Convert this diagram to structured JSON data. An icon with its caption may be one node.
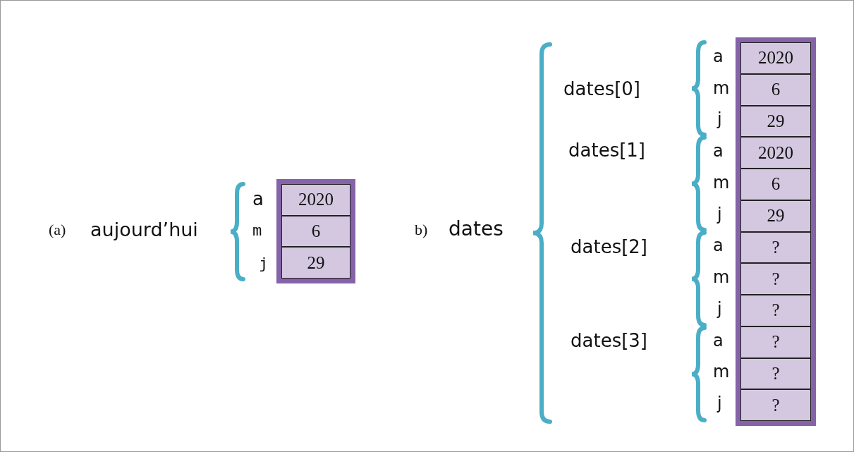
{
  "diagram": {
    "nodes": [
      {
        "text": [],
        "shape": "box"
      },
      {
        "text": [
          "2020"
        ],
        "in": 0
      },
      {
        "text": [
          "6"
        ],
        "in": 0
      },
      {
        "text": [
          "29"
        ],
        "in": 0
      },
      {
        "text": [],
        "shape": "box"
      },
      {
        "text": [
          "2020"
        ],
        "in": 4
      },
      {
        "text": [
          "6"
        ],
        "in": 4
      },
      {
        "text": [
          "29"
        ],
        "in": 4
      },
      {
        "text": [
          "2020"
        ],
        "in": 4
      },
      {
        "text": [
          "6"
        ],
        "in": 4
      },
      {
        "text": [
          "29"
        ],
        "in": 4
      },
      {
        "text": [
          "?"
        ],
        "in": 4
      },
      {
        "text": [
          "?"
        ],
        "in": 4
      },
      {
        "text": [
          "?"
        ],
        "in": 4
      },
      {
        "text": [
          "?"
        ],
        "in": 4
      },
      {
        "text": [
          "?"
        ],
        "in": 4
      },
      {
        "text": [
          "?"
        ],
        "in": 4
      }
    ],
    "labels": [
      "(a)",
      "aujourd’hui",
      "a",
      "m",
      "j",
      "b)",
      "dates",
      "dates[0]",
      "a",
      "m",
      "j",
      "dates[1]",
      "a",
      "m",
      "j",
      "dates[2]",
      "a",
      "m",
      "j",
      "dates[3]",
      "a",
      "m",
      "j"
    ]
  }
}
